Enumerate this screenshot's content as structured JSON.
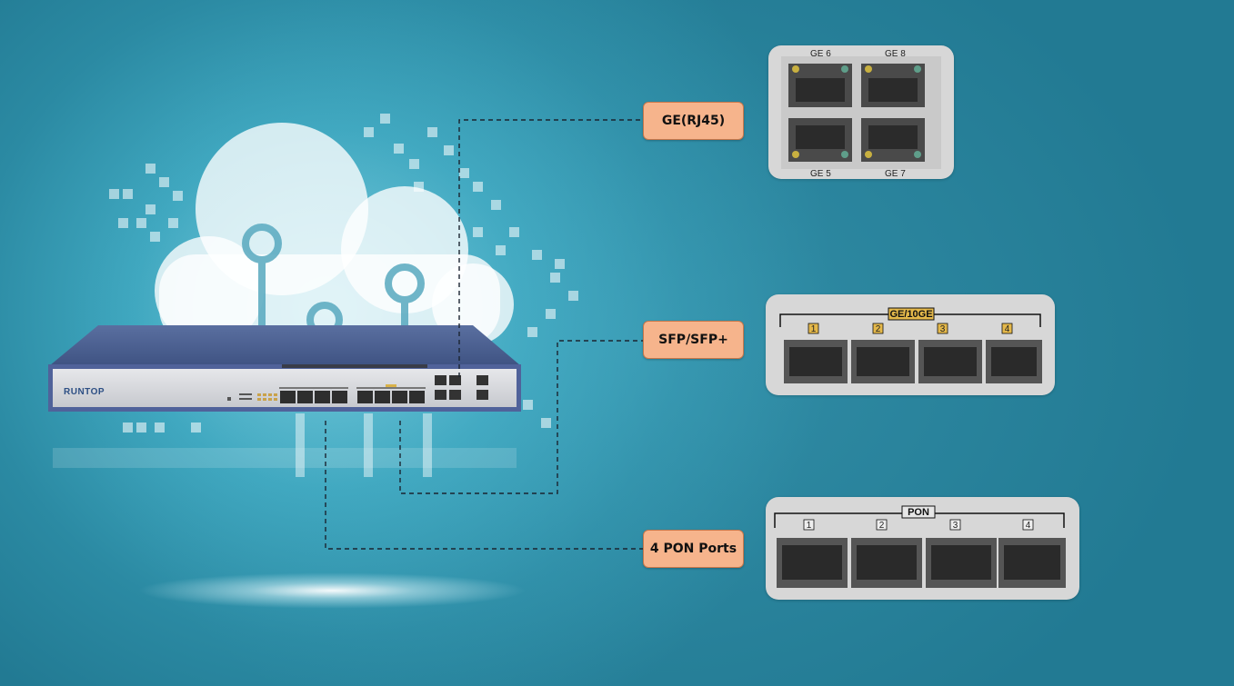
{
  "device": {
    "brand": "RUNTOP"
  },
  "callouts": {
    "rj45": "GE(RJ45)",
    "sfp": "SFP/SFP+",
    "pon": "4 PON Ports"
  },
  "panel_rj45": {
    "ports": [
      "GE 6",
      "GE 8",
      "GE 5",
      "GE 7"
    ]
  },
  "panel_sfp": {
    "group_label": "GE/10GE",
    "port_numbers": [
      "1",
      "2",
      "3",
      "4"
    ]
  },
  "panel_pon": {
    "group_label": "PON",
    "port_numbers": [
      "1",
      "2",
      "3",
      "4"
    ]
  },
  "colors": {
    "callout_fill": "#f6b48c",
    "callout_border": "#c7774a",
    "panel_bg": "#d7d7d7",
    "device_top": "#4a5f8e",
    "background": "#2b8aa3"
  }
}
